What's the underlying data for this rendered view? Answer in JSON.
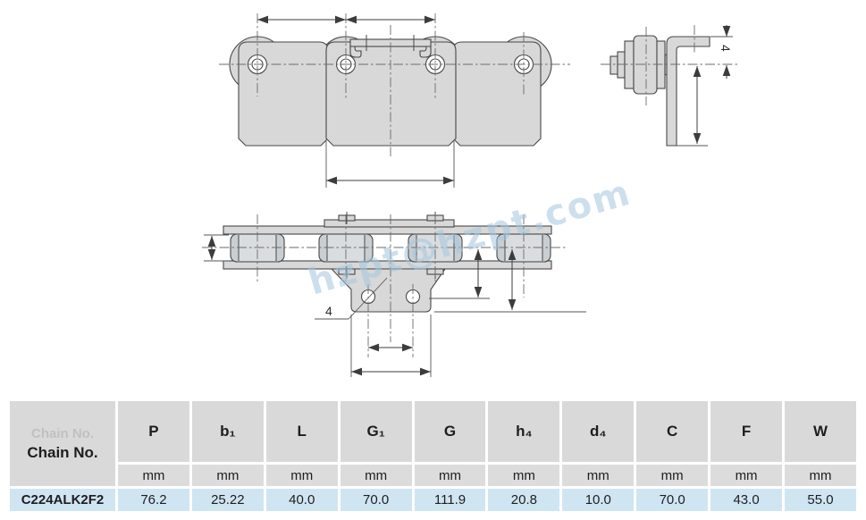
{
  "drawing": {
    "watermark": "hzpt@hzpt.com",
    "labels": {
      "end_view_thickness": "4",
      "attachment_hole": "4"
    }
  },
  "table": {
    "ghost_text": "Chain No.",
    "chain_no_label": "Chain No.",
    "columns": [
      {
        "label": "P",
        "unit": "mm"
      },
      {
        "label": "b₁",
        "unit": "mm"
      },
      {
        "label": "L",
        "unit": "mm"
      },
      {
        "label": "G₁",
        "unit": "mm"
      },
      {
        "label": "G",
        "unit": "mm"
      },
      {
        "label": "h₄",
        "unit": "mm"
      },
      {
        "label": "d₄",
        "unit": "mm"
      },
      {
        "label": "C",
        "unit": "mm"
      },
      {
        "label": "F",
        "unit": "mm"
      },
      {
        "label": "W",
        "unit": "mm"
      }
    ],
    "row": {
      "chain_no": "C224ALK2F2",
      "values": [
        "76.2",
        "25.22",
        "40.0",
        "70.0",
        "111.9",
        "20.8",
        "10.0",
        "70.0",
        "43.0",
        "55.0"
      ]
    }
  },
  "colors": {
    "header_bg": "#d9d9d9",
    "units_bg": "#dcdcdc",
    "data_row_bg": "#cfe5f2",
    "plate_fill": "#d8d8d8",
    "watermark": "#a5c6e0"
  }
}
